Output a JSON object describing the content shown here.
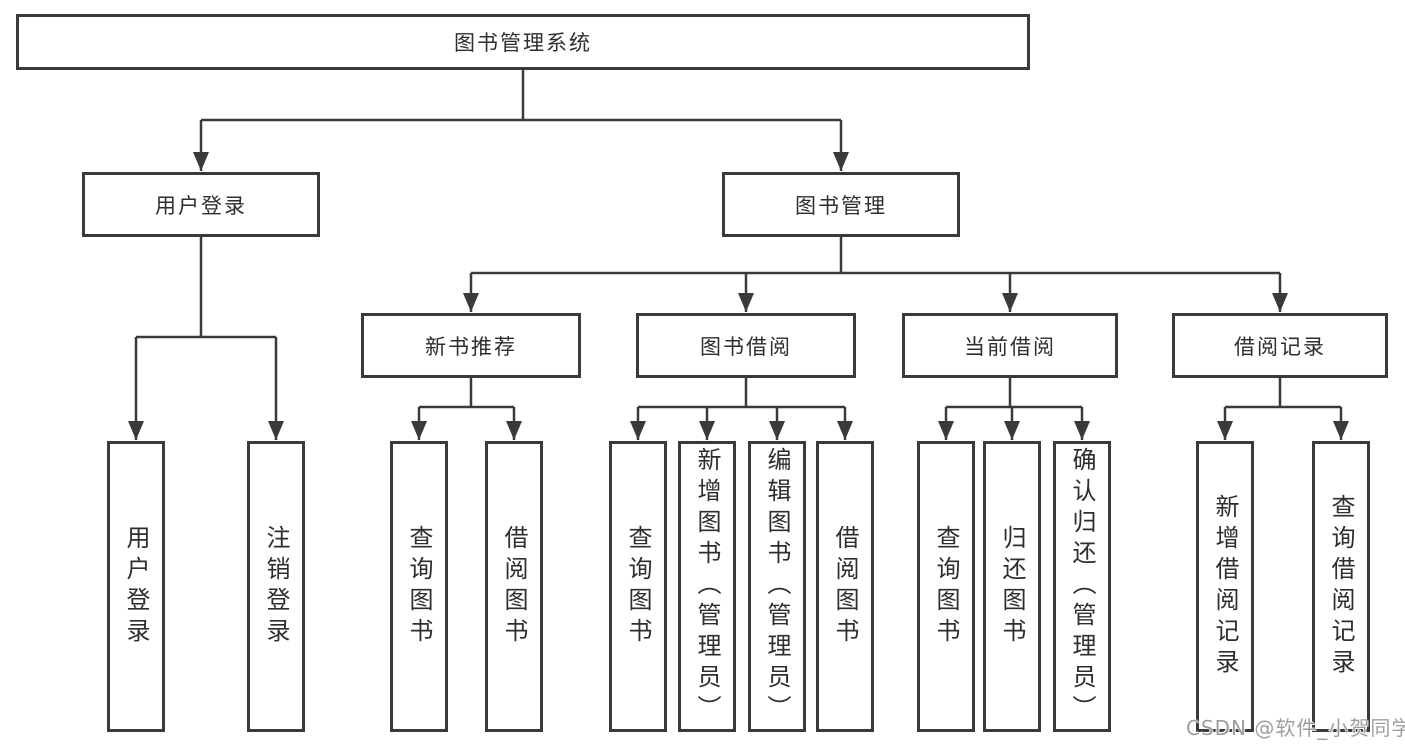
{
  "colors": {
    "line": "#3a3a3a",
    "text": "#2e2e2e",
    "watermark": "#9e9e9e",
    "background": "#ffffff"
  },
  "tree": {
    "root": {
      "label": "图书管理系统",
      "children": [
        {
          "label": "用户登录",
          "children": [
            {
              "label": "用户登录"
            },
            {
              "label": "注销登录"
            }
          ]
        },
        {
          "label": "图书管理",
          "children": [
            {
              "label": "新书推荐",
              "children": [
                {
                  "label": "查询图书"
                },
                {
                  "label": "借阅图书"
                }
              ]
            },
            {
              "label": "图书借阅",
              "children": [
                {
                  "label": "查询图书"
                },
                {
                  "label": "新增图书（管理员）"
                },
                {
                  "label": "编辑图书（管理员）"
                },
                {
                  "label": "借阅图书"
                }
              ]
            },
            {
              "label": "当前借阅",
              "children": [
                {
                  "label": "查询图书"
                },
                {
                  "label": "归还图书"
                },
                {
                  "label": "确认归还（管理员）"
                }
              ]
            },
            {
              "label": "借阅记录",
              "children": [
                {
                  "label": "新增借阅记录"
                },
                {
                  "label": "查询借阅记录"
                }
              ]
            }
          ]
        }
      ]
    }
  },
  "watermark": {
    "text": "CSDN @软件_小贺同学"
  }
}
